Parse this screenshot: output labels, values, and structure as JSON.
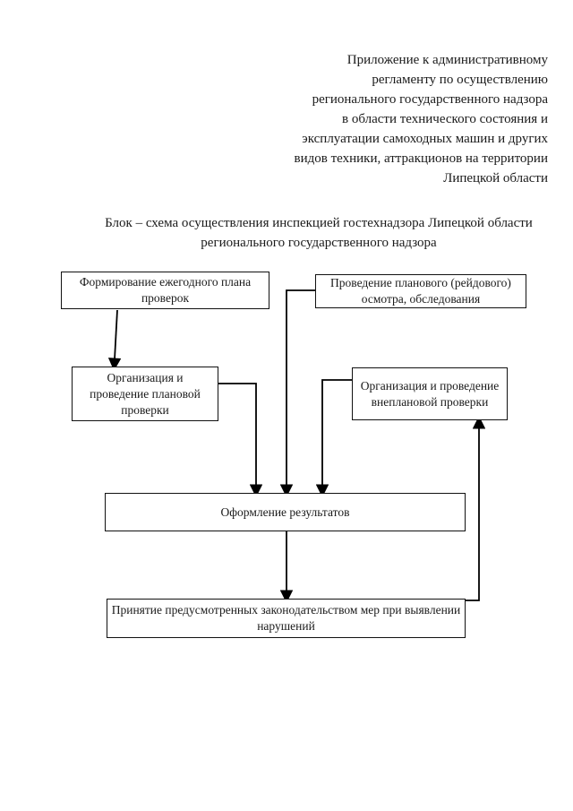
{
  "page": {
    "background": "#ffffff",
    "text_color": "#1a1a1a"
  },
  "document": {
    "appendix_note": {
      "lines": [
        "Приложение к административному",
        "регламенту по осуществлению",
        "регионального государственного надзора",
        "в области технического состояния и",
        "эксплуатации самоходных машин и других",
        "видов техники, аттракционов на территории",
        "Липецкой области"
      ]
    },
    "title": {
      "lines": [
        "Блок – схема осуществления инспекцией гостехнадзора Липецкой области",
        "регионального государственного надзора"
      ]
    }
  },
  "diagram": {
    "boxes": {
      "annual_plan": {
        "lines": [
          "Формирование ежегодного плана",
          "проверок"
        ]
      },
      "raid_inspection": {
        "lines": [
          "Проведение планового (рейдового)",
          "осмотра, обследования"
        ]
      },
      "planned_check": {
        "lines": [
          "Организация и",
          "проведение плановой",
          "проверки"
        ]
      },
      "unplanned_check": {
        "lines": [
          "Организация и проведение",
          "внеплановой проверки"
        ]
      },
      "results": {
        "lines": [
          "Оформление результатов"
        ]
      },
      "measures": {
        "lines": [
          "Принятие предусмотренных законодательством мер при выявлении",
          "нарушений"
        ]
      }
    },
    "colors": {
      "box_border": "#111111",
      "connector": "#000000"
    }
  }
}
